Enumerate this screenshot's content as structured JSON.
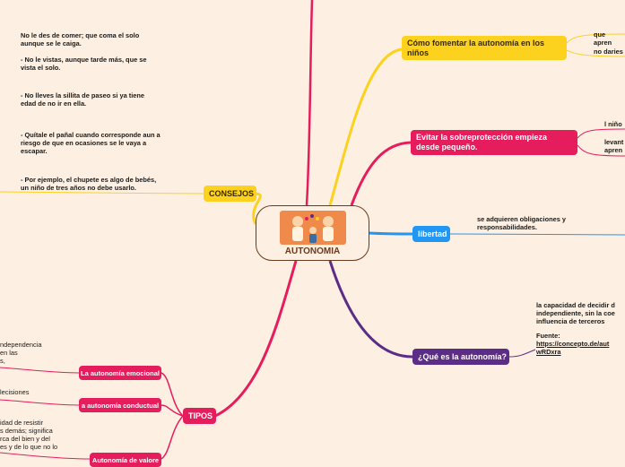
{
  "center": {
    "title": "AUTONOMIA",
    "icon": "family-illustration-icon"
  },
  "branches": {
    "fomentar": {
      "label": "Cómo fomentar la autonomía en los niños",
      "children": [
        "que apren",
        "no daries"
      ]
    },
    "evitar": {
      "label": "Evitar la sobreprotección empieza desde pequeño.",
      "children": [
        "l niño",
        "levant\napren"
      ]
    },
    "libertad": {
      "label": "libertad",
      "note": "se adquieren obligaciones y\nresponsabilidades."
    },
    "que_es": {
      "label": "¿Qué es la autonomía?",
      "definition": "la capacidad de decidir d\nindependiente, sin la coe\ninfluencia de terceros",
      "source_label": "Fuente:",
      "source_link": "https://concepto.de/aut\nwRDxra"
    },
    "consejos": {
      "label": "CONSEJOS",
      "items": [
        "No le des de comer; que coma el solo\naunque se le caiga.\n\n- No le vistas, aunque tarde más, que se\nvista el solo.",
        "- No lleves la sillita de paseo si ya tiene\nedad de no ir en ella.",
        "- Quítale el pañal cuando corresponde aun a\nriesgo de que en ocasiones se le vaya a\nescapar.",
        "- Por ejemplo, el chupete es algo de bebés,\nun niño de tres años no debe usarlo."
      ]
    },
    "tipos": {
      "label": "TIPOS",
      "children": [
        {
          "label": "La autonomía emocional",
          "note": "ndependencia\nen las\ns,"
        },
        {
          "label": "a autonomía conductual",
          "note": "lecisiones"
        },
        {
          "label": "Autonomía de valore",
          "note": "idad de resistir\ns demás; significa\nrca del bien y del\nes y de lo que no lo"
        }
      ]
    }
  },
  "colors": {
    "yellow": "#fcd21f",
    "pink": "#e51d5c",
    "blue": "#2196f3",
    "purple": "#5c2d86",
    "brown": "#6b3a1e",
    "background": "#fdf0e2"
  }
}
